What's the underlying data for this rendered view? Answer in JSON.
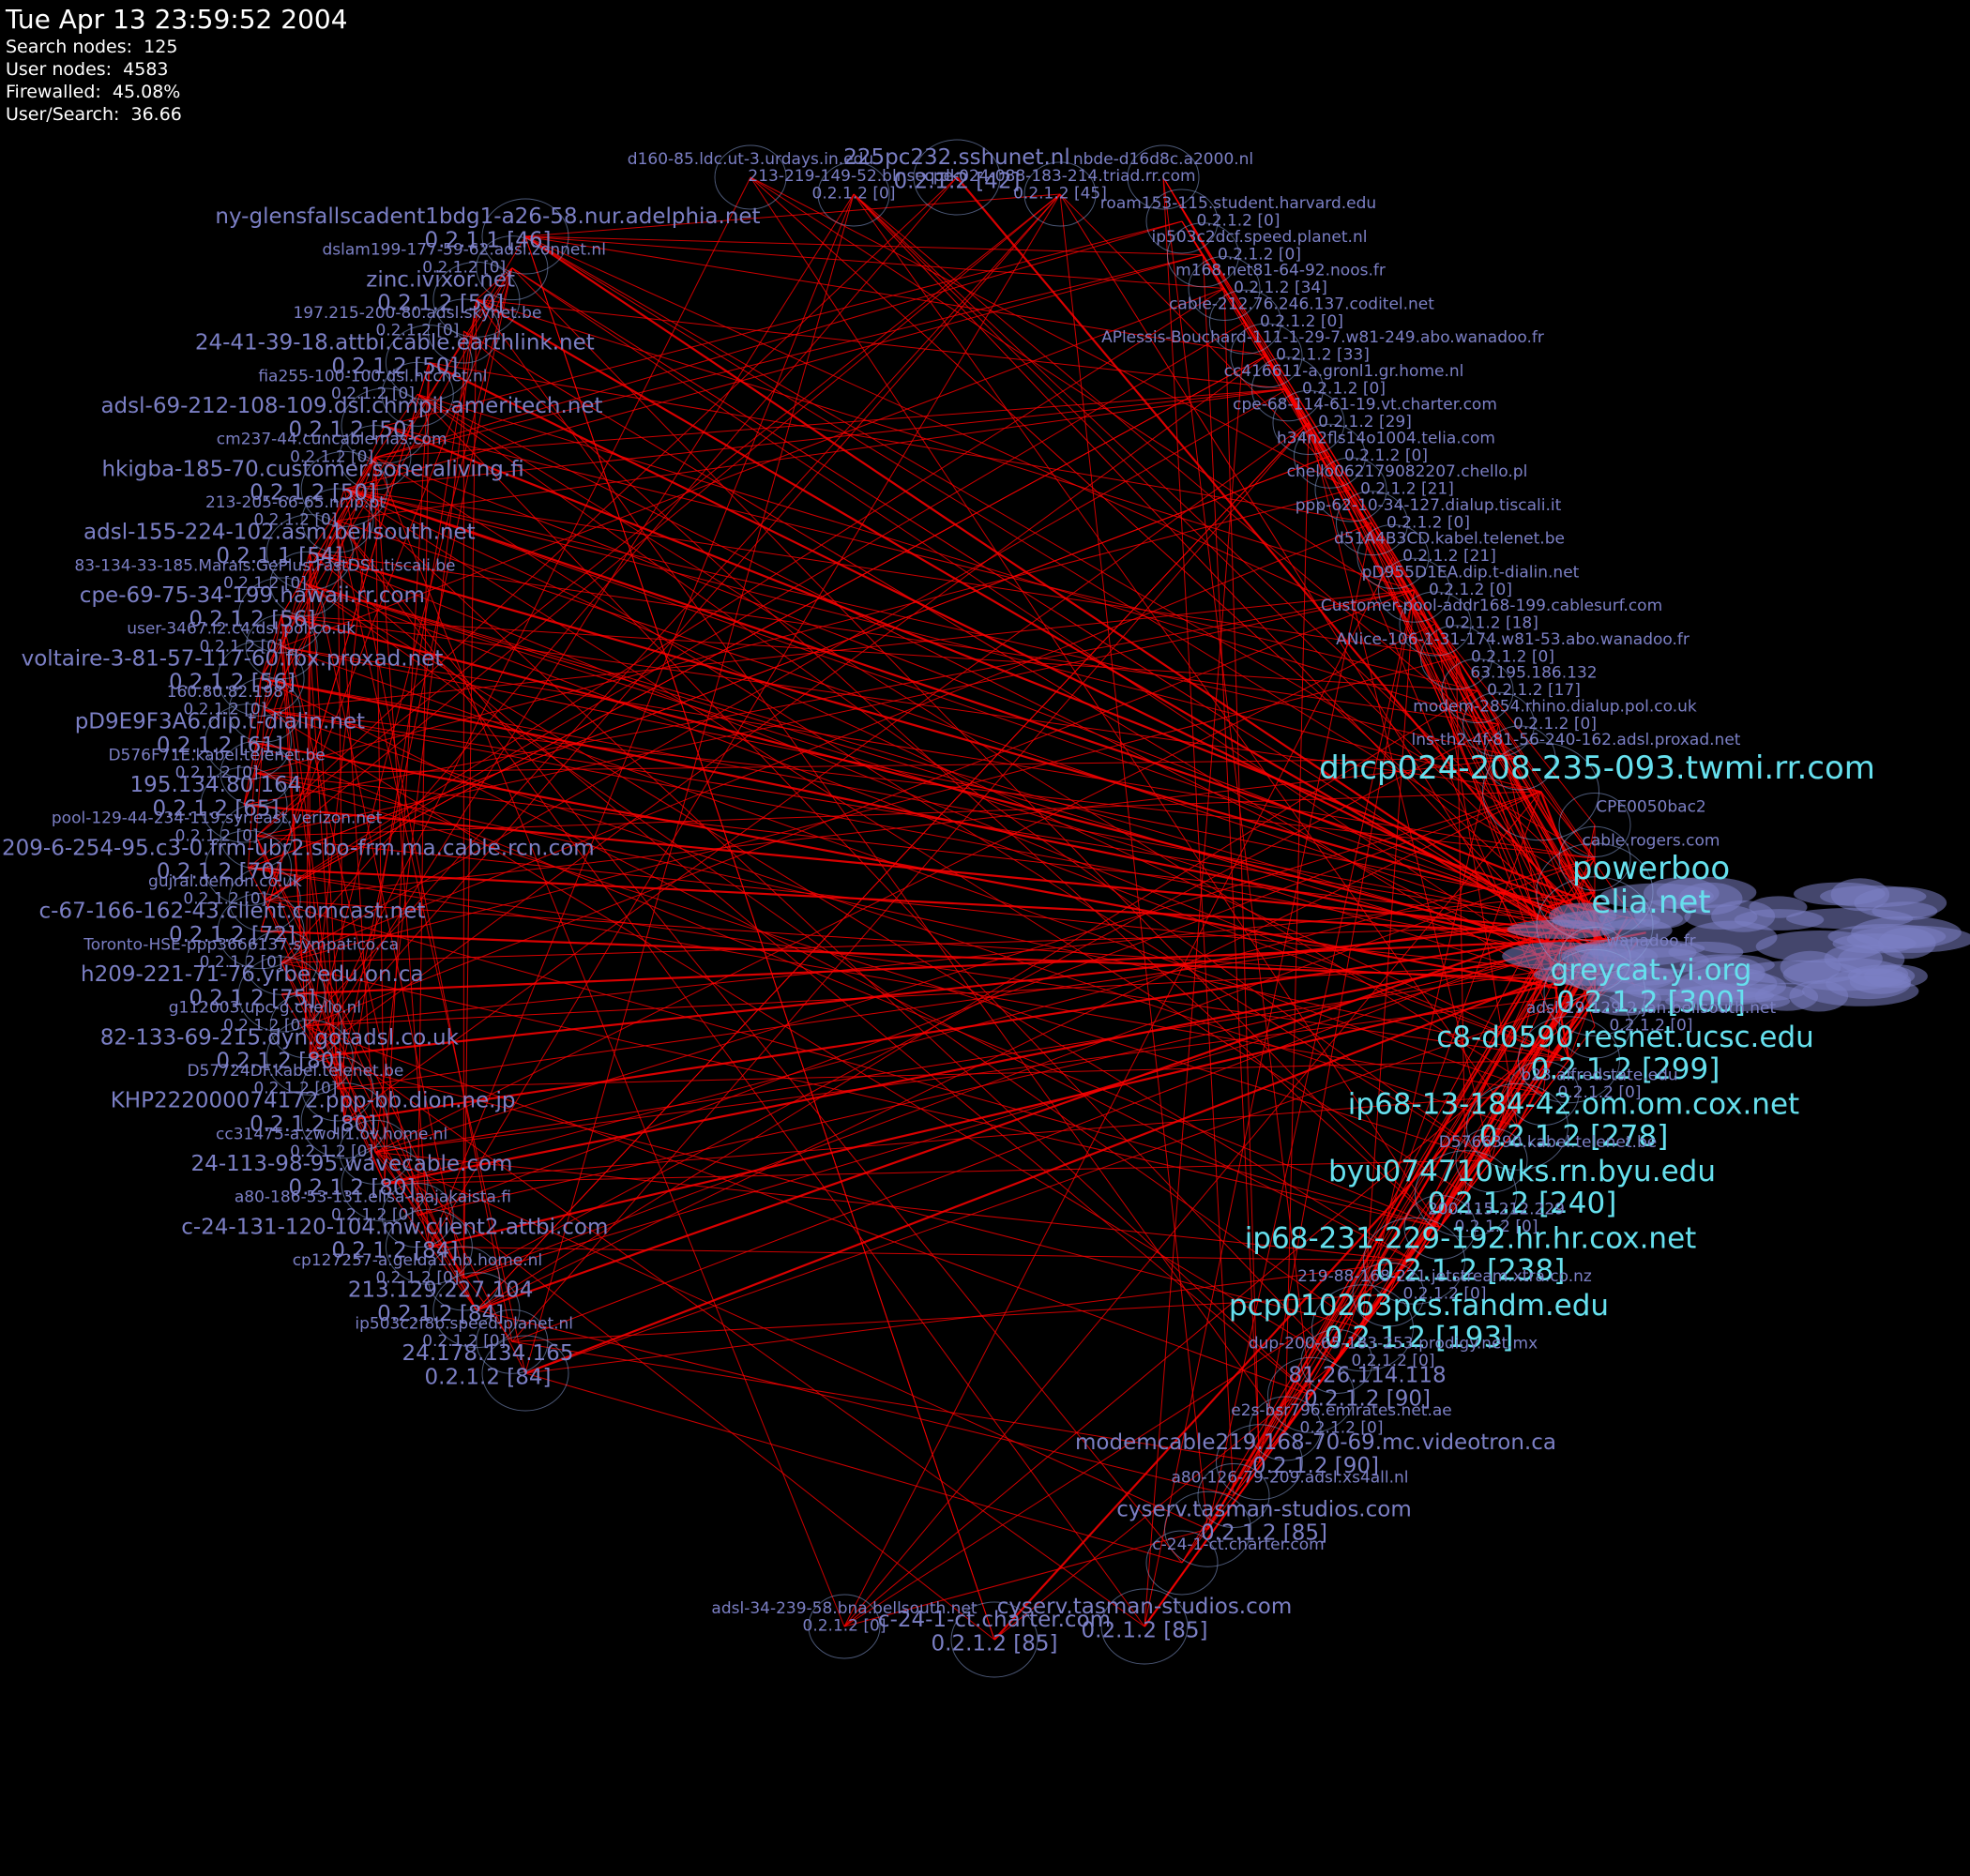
{
  "header": {
    "timestamp": "Tue Apr 13 23:59:52 2004",
    "stats": [
      {
        "label": "Search nodes:",
        "value": "125"
      },
      {
        "label": "User nodes:",
        "value": "4583"
      },
      {
        "label": "Firewalled:",
        "value": "45.08%"
      },
      {
        "label": "User/Search:",
        "value": "36.66"
      }
    ]
  },
  "colors": {
    "background": "#000000",
    "edge": "#ff0000",
    "label": "#7b7fc4",
    "hub_label": "#66e0ee",
    "ring": "#8aa0d8"
  },
  "nodes_left": [
    {
      "host": "ny-glensfallscadent1bdg1-a26-58.nur.adelphia.net",
      "ver": "0.2.1.1 [46]",
      "size": 2
    },
    {
      "host": "dslam199-177-59-62.adsl.zonnet.nl",
      "ver": "0.2.1.2 [0]",
      "size": 1
    },
    {
      "host": "zinc.ivixor.net",
      "ver": "0.2.1.2 [50]",
      "size": 2
    },
    {
      "host": "197.215-200-80.adsl.skynet.be",
      "ver": "0.2.1.2 [0]",
      "size": 1
    },
    {
      "host": "24-41-39-18.attbi.cable.earthlink.net",
      "ver": "0.2.1.2 [50]",
      "size": 2
    },
    {
      "host": "fia255-100-100.dsl.hccnet.nl",
      "ver": "0.2.1.2 [0]",
      "size": 1
    },
    {
      "host": "adsl-69-212-108-109.dsl.chmpil.ameritech.net",
      "ver": "0.2.1.2 [50]",
      "size": 2
    },
    {
      "host": "cm237-44.cuncablemas.com",
      "ver": "0.2.1.2 [0]",
      "size": 1
    },
    {
      "host": "hkigba-185-70.customer.soneraliving.fi",
      "ver": "0.2.1.2 [50]",
      "size": 2
    },
    {
      "host": "213-205-66-65.nr.ip.pt",
      "ver": "0.2.1.2 [0]",
      "size": 1
    },
    {
      "host": "adsl-155-224-102.asm.bellsouth.net",
      "ver": "0.2.1.1 [54]",
      "size": 2
    },
    {
      "host": "83-134-33-185.Marais.GePlus.FastDSL.tiscali.be",
      "ver": "0.2.1.2 [0]",
      "size": 1
    },
    {
      "host": "cpe-69-75-34-199.hawaii.rr.com",
      "ver": "0.2.1.2 [56]",
      "size": 2
    },
    {
      "host": "user-3467.l2.c4.dsl.pol.co.uk",
      "ver": "0.2.1.2 [0]",
      "size": 1
    },
    {
      "host": "voltaire-3-81-57-117-60.fbx.proxad.net",
      "ver": "0.2.1.2 [56]",
      "size": 2
    },
    {
      "host": "160.80.82.198",
      "ver": "0.2.1.2 [0]",
      "size": 1
    },
    {
      "host": "pD9E9F3A6.dip.t-dialin.net",
      "ver": "0.2.1.2 [61]",
      "size": 2
    },
    {
      "host": "D576F71E.kabel.telenet.be",
      "ver": "0.2.1.2 [0]",
      "size": 1
    },
    {
      "host": "195.134.80.164",
      "ver": "0.2.1.2 [65]",
      "size": 2
    },
    {
      "host": "pool-129-44-234-119.syr.east.verizon.net",
      "ver": "0.2.1.2 [0]",
      "size": 1
    },
    {
      "host": "209-6-254-95.c3-0.frm-ubr2.sbo-frm.ma.cable.rcn.com",
      "ver": "0.2.1.2 [70]",
      "size": 2
    },
    {
      "host": "gujral.demon.co.uk",
      "ver": "0.2.1.2 [0]",
      "size": 1
    },
    {
      "host": "c-67-166-162-43.client.comcast.net",
      "ver": "0.2.1.2 [72]",
      "size": 2
    },
    {
      "host": "Toronto-HSE-ppp3666137.sympatico.ca",
      "ver": "0.2.1.2 [0]",
      "size": 1
    },
    {
      "host": "h209-221-71-76.yrbe.edu.on.ca",
      "ver": "0.2.1.2 [75]",
      "size": 2
    },
    {
      "host": "g112003.upc-g.chello.nl",
      "ver": "0.2.1.2 [0]",
      "size": 1
    },
    {
      "host": "82-133-69-215.dyn.gotadsl.co.uk",
      "ver": "0.2.1.2 [80]",
      "size": 2
    },
    {
      "host": "D57724DF.kabel.telenet.be",
      "ver": "0.2.1.2 [0]",
      "size": 1
    },
    {
      "host": "KHP222000074172.ppp-bb.dion.ne.jp",
      "ver": "0.2.1.2 [80]",
      "size": 2
    },
    {
      "host": "cc31475-a.zwoll1.ov.home.nl",
      "ver": "0.2.1.2 [0]",
      "size": 1
    },
    {
      "host": "24-113-98-95.wavecable.com",
      "ver": "0.2.1.2 [80]",
      "size": 2
    },
    {
      "host": "a80-186-53-131.elisa-laajakaista.fi",
      "ver": "0.2.1.2 [0]",
      "size": 1
    },
    {
      "host": "c-24-131-120-104.mw.client2.attbi.com",
      "ver": "0.2.1.2 [84]",
      "size": 2
    },
    {
      "host": "cp127257-a.gelda1.nb.home.nl",
      "ver": "0.2.1.2 [0]",
      "size": 1
    },
    {
      "host": "213.129.227.104",
      "ver": "0.2.1.2 [84]",
      "size": 2
    },
    {
      "host": "ip503c2f8b.speed.planet.nl",
      "ver": "0.2.1.2 [0]",
      "size": 1
    },
    {
      "host": "24.178.134.165",
      "ver": "0.2.1.2 [84]",
      "size": 2
    }
  ],
  "nodes_right": [
    {
      "host": "roam153-115.student.harvard.edu",
      "ver": "0.2.1.2 [0]",
      "size": 1
    },
    {
      "host": "ip503c2dcf.speed.planet.nl",
      "ver": "0.2.1.2 [0]",
      "size": 1
    },
    {
      "host": "m168.net81-64-92.noos.fr",
      "ver": "0.2.1.2 [34]",
      "size": 1
    },
    {
      "host": "cable-212.76.246.137.coditel.net",
      "ver": "0.2.1.2 [0]",
      "size": 1
    },
    {
      "host": "APlessis-Bouchard-111-1-29-7.w81-249.abo.wanadoo.fr",
      "ver": "0.2.1.2 [33]",
      "size": 1
    },
    {
      "host": "cc416611-a.gronl1.gr.home.nl",
      "ver": "0.2.1.2 [0]",
      "size": 1
    },
    {
      "host": "cpe-68-114-61-19.vt.charter.com",
      "ver": "0.2.1.2 [29]",
      "size": 1
    },
    {
      "host": "h34n2fls14o1004.telia.com",
      "ver": "0.2.1.2 [0]",
      "size": 1
    },
    {
      "host": "chello062179082207.chello.pl",
      "ver": "0.2.1.2 [21]",
      "size": 1
    },
    {
      "host": "ppp-62-10-34-127.dialup.tiscali.it",
      "ver": "0.2.1.2 [0]",
      "size": 1
    },
    {
      "host": "d51A4B3CD.kabel.telenet.be",
      "ver": "0.2.1.2 [21]",
      "size": 1
    },
    {
      "host": "pD955D1EA.dip.t-dialin.net",
      "ver": "0.2.1.2 [0]",
      "size": 1
    },
    {
      "host": "Customer-pool-addr168-199.cablesurf.com",
      "ver": "0.2.1.2 [18]",
      "size": 1
    },
    {
      "host": "ANice-106-1-31-174.w81-53.abo.wanadoo.fr",
      "ver": "0.2.1.2 [0]",
      "size": 1
    },
    {
      "host": "63.195.186.132",
      "ver": "0.2.1.2 [17]",
      "size": 1
    },
    {
      "host": "modem-2854.rhino.dialup.pol.co.uk",
      "ver": "0.2.1.2 [0]",
      "size": 1
    },
    {
      "host": "lns-th2-4f-81-56-240-162.adsl.proxad.net",
      "ver": "",
      "size": 1
    },
    {
      "host": "dhcp024-208-235-093.twmi.rr.com",
      "ver": "",
      "size": 4,
      "hub": true
    },
    {
      "host": "CPE0050bac2",
      "ver": "",
      "size": 1
    },
    {
      "host": "cable.rogers.com",
      "ver": "",
      "size": 1
    },
    {
      "host": "powerboo",
      "ver": "",
      "size": 4,
      "hub": true
    },
    {
      "host": "elia.net",
      "ver": "",
      "size": 4,
      "hub": true
    },
    {
      "host": "wanadoo.fr",
      "ver": "",
      "size": 1
    },
    {
      "host": "greycat.yi.org",
      "ver": "0.2.1.2 [300]",
      "size": 3
    },
    {
      "host": "adsl-19-129-2.jan.bellsouth.net",
      "ver": "0.2.1.2 [0]",
      "size": 1
    },
    {
      "host": "c8-d0590.resnet.ucsc.edu",
      "ver": "0.2.1.2 [299]",
      "size": 3
    },
    {
      "host": "b23.alfredstate.edu",
      "ver": "0.2.1.2 [0]",
      "size": 1
    },
    {
      "host": "ip68-13-184-42.om.om.cox.net",
      "ver": "0.2.1.2 [278]",
      "size": 3
    },
    {
      "host": "D5766390.kabel.telenet.be",
      "ver": "",
      "size": 1
    },
    {
      "host": "byu074710wks.rn.byu.edu",
      "ver": "0.2.1.2 [240]",
      "size": 3
    },
    {
      "host": "200.115.212.229",
      "ver": "0.2.1.2 [0]",
      "size": 1
    },
    {
      "host": "ip68-231-229-192.hr.hr.cox.net",
      "ver": "0.2.1.2 [238]",
      "size": 3
    },
    {
      "host": "219-88-168-221.jetstream.xtra.co.nz",
      "ver": "0.2.1.2 [0]",
      "size": 1
    },
    {
      "host": "pcp010263pcs.fandm.edu",
      "ver": "0.2.1.2 [193]",
      "size": 3
    },
    {
      "host": "dup-200-65-183-253.prodigy.net.mx",
      "ver": "0.2.1.2 [0]",
      "size": 1
    },
    {
      "host": "81.26.114.118",
      "ver": "0.2.1.2 [90]",
      "size": 2
    },
    {
      "host": "e2s-bsr796.emirates.net.ae",
      "ver": "0.2.1.2 [0]",
      "size": 1
    },
    {
      "host": "modemcable219.168-70-69.mc.videotron.ca",
      "ver": "0.2.1.2 [90]",
      "size": 2
    },
    {
      "host": "a80-126-79-209.adsl.xs4all.nl",
      "ver": "",
      "size": 1
    },
    {
      "host": "cyserv.tasman-studios.com",
      "ver": "0.2.1.2 [85]",
      "size": 2
    },
    {
      "host": "c-24-1-ct.charter.com",
      "ver": "",
      "size": 1
    }
  ],
  "nodes_top": [
    {
      "host": "d160-85.ldc.ut-3.urdays.in.edu",
      "ver": "",
      "size": 1
    },
    {
      "host": "213-219-149-52.blnseq.dk",
      "ver": "0.2.1.2 [0]",
      "size": 1
    },
    {
      "host": "225pc232.sshunet.nl",
      "ver": "0.2.1.2 [42]",
      "size": 2
    },
    {
      "host": "cpe-024-088-183-214.triad.rr.com",
      "ver": "0.2.1.2 [45]",
      "size": 1
    },
    {
      "host": "nbde-d16d8c.a2000.nl",
      "ver": "",
      "size": 1
    }
  ],
  "nodes_bottom": [
    {
      "host": "adsl-34-239-58.bna.bellsouth.net",
      "ver": "0.2.1.2 [0]",
      "size": 1
    },
    {
      "host": "c-24-1-ct.charter.com",
      "ver": "0.2.1.2 [85]",
      "size": 2
    },
    {
      "host": "cyserv.tasman-studios.com",
      "ver": "0.2.1.2 [85]",
      "size": 2
    }
  ]
}
